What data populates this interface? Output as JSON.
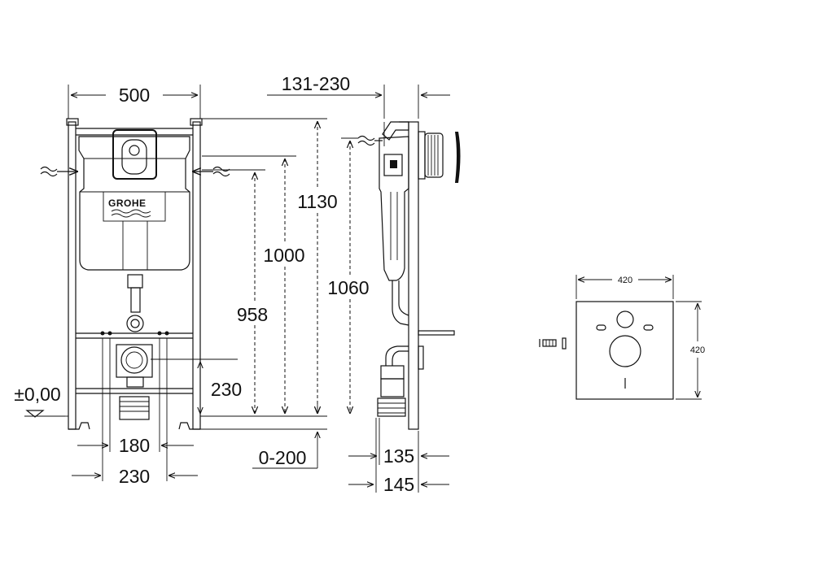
{
  "brand": {
    "logo_text": "GROHE"
  },
  "dimensions": {
    "front": {
      "width_top": "500",
      "height_1130": "1130",
      "height_1000": "1000",
      "height_958": "958",
      "drain_230": "230",
      "floor_level": "±0,00",
      "bolt_spacing_180": "180",
      "bolt_spacing_230": "230",
      "adjust_0_200": "0-200",
      "height_1060": "1060"
    },
    "side": {
      "depth_131_230": "131-230",
      "depth_135": "135",
      "depth_145": "145"
    },
    "pad": {
      "width": "420",
      "height": "420"
    }
  }
}
